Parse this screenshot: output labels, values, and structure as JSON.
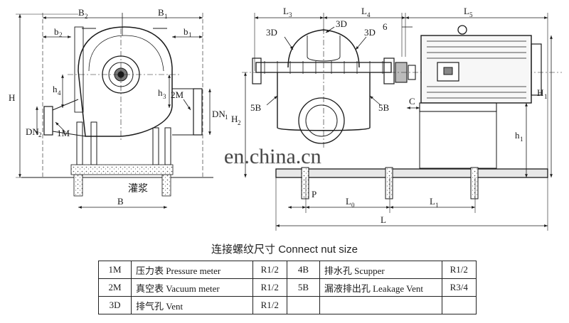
{
  "drawing": {
    "labels": {
      "B2": "B",
      "B2_sub": "2",
      "B1": "B",
      "B1_sub": "1",
      "b2": "b",
      "b2_sub": "2",
      "b1": "b",
      "b1_sub": "1",
      "H": "H",
      "h4": "h",
      "h4_sub": "4",
      "h3": "h",
      "h3_sub": "3",
      "DN2": "DN",
      "DN2_sub": "2",
      "DN1": "DN",
      "DN1_sub": "1",
      "M1": "1M",
      "M2": "2M",
      "grout": "灌浆",
      "B": "B",
      "L3": "L",
      "L3_sub": "3",
      "L4": "L",
      "L4_sub": "4",
      "L5": "L",
      "L5_sub": "5",
      "D3_left": "3D",
      "D3_mid": "3D",
      "D3_right": "3D",
      "six": "6",
      "B5_left": "5B",
      "B5_right": "5B",
      "C": "C",
      "H2": "H",
      "H2_sub": "2",
      "H1": "H",
      "H1_sub": "1",
      "h1": "h",
      "h1_sub": "1",
      "P": "P",
      "L0": "L",
      "L0_sub": "0",
      "L1": "L",
      "L1_sub": "1",
      "L": "L"
    },
    "watermark": "en.china.cn"
  },
  "table": {
    "title": "连接螺纹尺寸  Connect nut size",
    "rows": [
      {
        "code_l": "1M",
        "desc_l": "压力表 Pressure meter",
        "size_l": "R1/2",
        "code_r": "4B",
        "desc_r": "排水孔 Scupper",
        "size_r": "R1/2"
      },
      {
        "code_l": "2M",
        "desc_l": "真空表 Vacuum meter",
        "size_l": "R1/2",
        "code_r": "5B",
        "desc_r": "漏液排出孔 Leakage Vent",
        "size_r": "R3/4"
      },
      {
        "code_l": "3D",
        "desc_l": "排气孔 Vent",
        "size_l": "R1/2",
        "code_r": "",
        "desc_r": "",
        "size_r": ""
      }
    ]
  }
}
